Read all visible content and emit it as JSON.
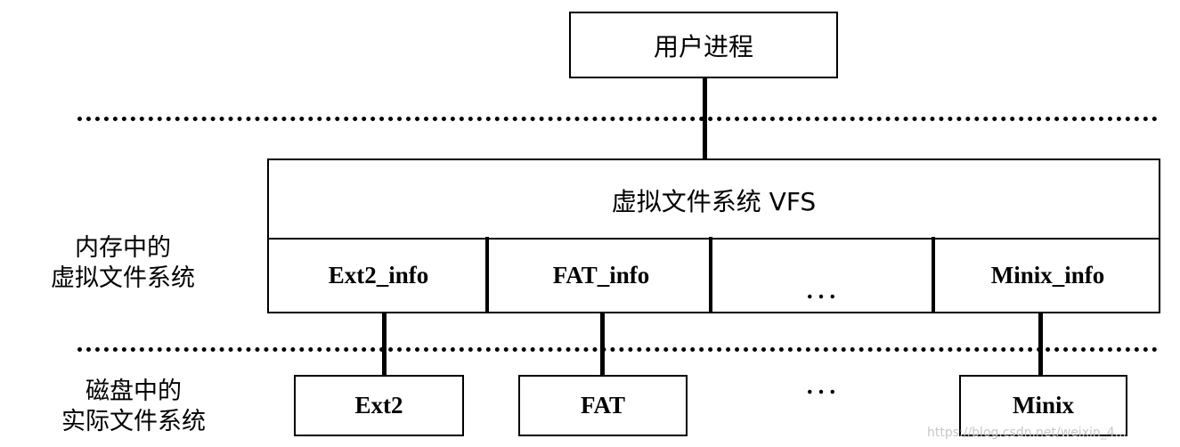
{
  "user_process": "用户进程",
  "vfs": {
    "title": "虚拟文件系统 VFS",
    "slots": [
      "Ext2_info",
      "FAT_info",
      "...",
      "Minix_info"
    ]
  },
  "labels": {
    "memory_line1": "内存中的",
    "memory_line2": "虚拟文件系统",
    "disk_line1": "磁盘中的",
    "disk_line2": "实际文件系统"
  },
  "disk": {
    "fs1": "Ext2",
    "fs2": "FAT",
    "ellipsis": "...",
    "fs3": "Minix"
  },
  "watermark": "https://blog.csdn.net/weixin_4..."
}
